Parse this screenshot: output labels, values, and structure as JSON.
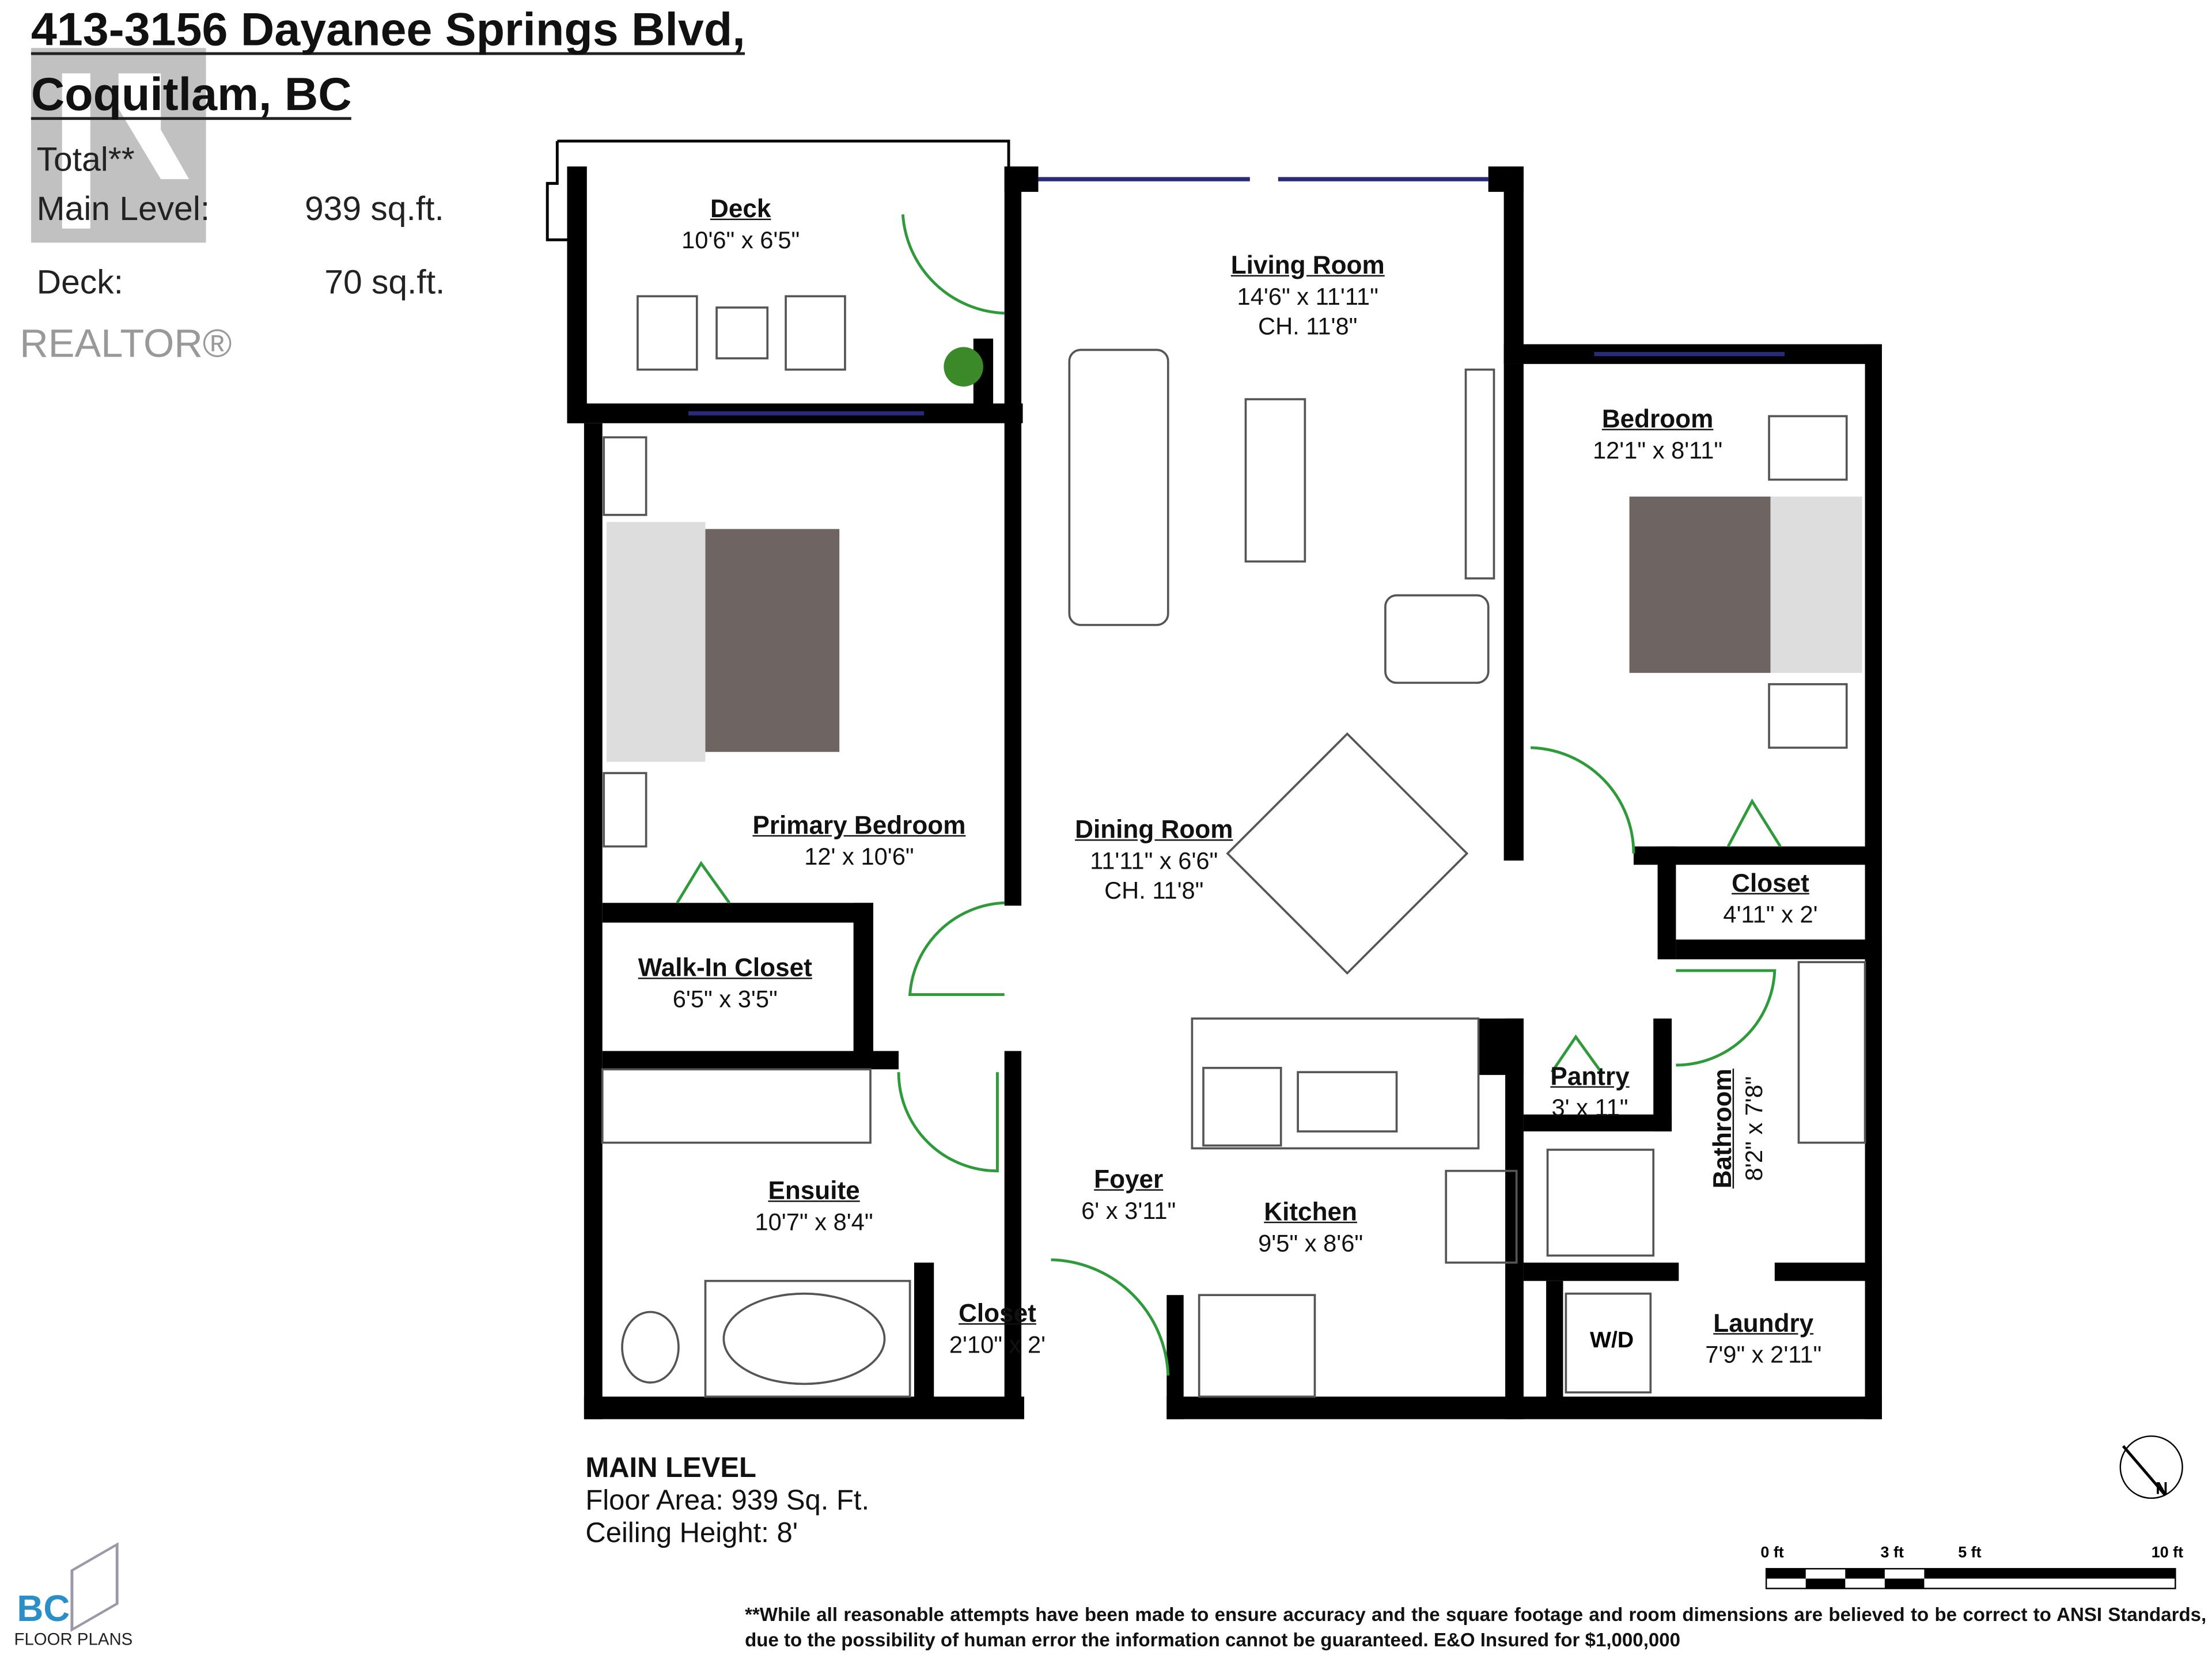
{
  "header": {
    "address_line1": "413-3156 Dayanee Springs Blvd,",
    "address_line2": "Coquitlam, BC"
  },
  "areas": {
    "total_label": "Total**",
    "main_label": "Main Level:",
    "main_value": "939 sq.ft.",
    "deck_label": "Deck:",
    "deck_value": "70 sq.ft."
  },
  "watermark": {
    "text": "REALTOR®"
  },
  "rooms": {
    "deck": {
      "name": "Deck",
      "dims": "10'6\" x 6'5\""
    },
    "living": {
      "name": "Living Room",
      "dims": "14'6\" x 11'11\"",
      "ch": "CH. 11'8\""
    },
    "bedroom": {
      "name": "Bedroom",
      "dims": "12'1\" x 8'11\""
    },
    "primary": {
      "name": "Primary Bedroom",
      "dims": "12' x 10'6\""
    },
    "dining": {
      "name": "Dining Room",
      "dims": "11'11\" x 6'6\"",
      "ch": "CH. 11'8\""
    },
    "closet1": {
      "name": "Closet",
      "dims": "4'11\" x 2'"
    },
    "walkin": {
      "name": "Walk-In Closet",
      "dims": "6'5\" x 3'5\""
    },
    "pantry": {
      "name": "Pantry",
      "dims": "3' x 11\""
    },
    "bathroom": {
      "name": "Bathroom",
      "dims": "8'2\" x 7'8\""
    },
    "ensuite": {
      "name": "Ensuite",
      "dims": "10'7\" x 8'4\""
    },
    "foyer": {
      "name": "Foyer",
      "dims": "6' x 3'11\""
    },
    "kitchen": {
      "name": "Kitchen",
      "dims": "9'5\" x 8'6\""
    },
    "closet2": {
      "name": "Closet",
      "dims": "2'10\" x 2'"
    },
    "laundry": {
      "name": "Laundry",
      "dims": "7'9\" x 2'11\""
    },
    "washer": {
      "label": "W/D"
    }
  },
  "level": {
    "title": "MAIN LEVEL",
    "floor_area": "Floor Area: 939 Sq. Ft.",
    "ceiling": "Ceiling Height: 8'"
  },
  "compass": {
    "label": "N"
  },
  "scale_bar": {
    "ticks": [
      "0 ft",
      "3 ft",
      "5 ft",
      "10 ft"
    ]
  },
  "logo": {
    "text1": "BC",
    "text2": "FLOOR PLANS"
  },
  "disclaimer": "**While all reasonable attempts have been made to ensure accuracy and the square footage and room dimensions are believed to be correct to ANSI Standards, due to the possibility of human error the information cannot be guaranteed. E&O Insured for $1,000,000",
  "colors": {
    "wall": "#000000",
    "door": "#2e9a3a",
    "window": "#2a2a7a",
    "furniture": "#6e6563"
  }
}
